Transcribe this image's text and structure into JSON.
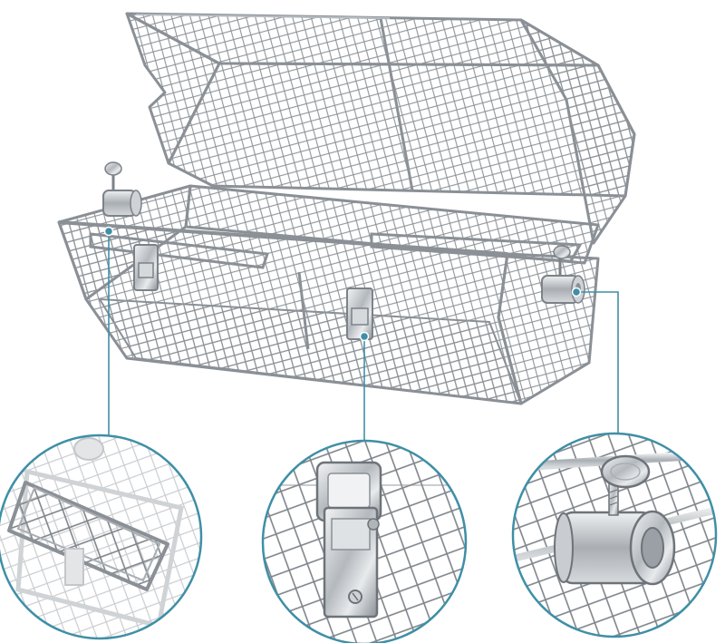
{
  "image": {
    "subject": "rotisserie-grill-basket",
    "background_color": "#ffffff",
    "accent_color": "#3f8fa6",
    "metal_color": "#9aa0a6",
    "metal_dark": "#6d7379",
    "detail_callouts": [
      {
        "name": "drip-tray-detail"
      },
      {
        "name": "latch-clasp-detail"
      },
      {
        "name": "spit-collar-thumbscrew-detail"
      }
    ]
  }
}
